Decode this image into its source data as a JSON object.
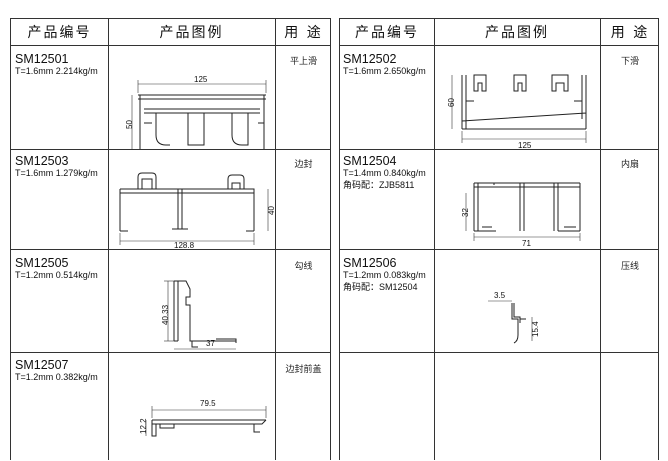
{
  "headers": {
    "code": "产品编号",
    "figure": "产品图例",
    "usage": "用 途"
  },
  "products": [
    {
      "code": "SM12501",
      "spec": "T=1.6mm  2.214kg/m",
      "fit": "",
      "usage": "平上滑",
      "dims": [
        "125",
        "50"
      ]
    },
    {
      "code": "SM12502",
      "spec": "T=1.6mm  2.650kg/m",
      "fit": "",
      "usage": "下滑",
      "dims": [
        "60",
        "125"
      ]
    },
    {
      "code": "SM12503",
      "spec": "T=1.6mm  1.279kg/m",
      "fit": "",
      "usage": "边封",
      "dims": [
        "40",
        "128.8"
      ]
    },
    {
      "code": "SM12504",
      "spec": "T=1.4mm  0.840kg/m",
      "fit": "角码配：ZJB5811",
      "usage": "内扇",
      "dims": [
        "32",
        "71"
      ]
    },
    {
      "code": "SM12505",
      "spec": "T=1.2mm  0.514kg/m",
      "fit": "",
      "usage": "勾线",
      "dims": [
        "40.33",
        "37"
      ]
    },
    {
      "code": "SM12506",
      "spec": "T=1.2mm  0.083kg/m",
      "fit": "角码配：SM12504",
      "usage": "压线",
      "dims": [
        "3.5",
        "15.4"
      ]
    },
    {
      "code": "SM12507",
      "spec": "T=1.2mm  0.382kg/m",
      "fit": "",
      "usage": "边封前盖",
      "dims": [
        "79.5",
        "12.2"
      ]
    }
  ]
}
